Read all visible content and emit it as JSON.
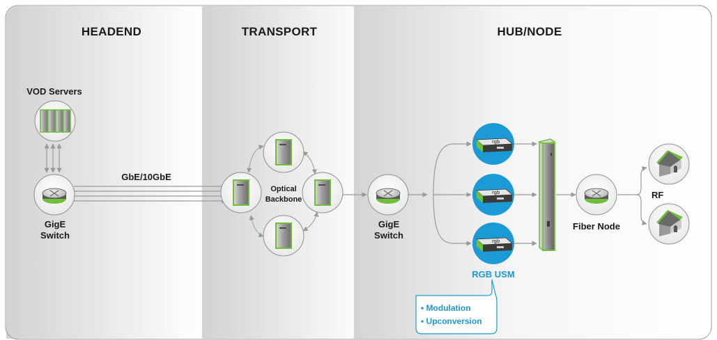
{
  "sections": {
    "headend": "HEADEND",
    "transport": "TRANSPORT",
    "hub_node": "HUB/NODE"
  },
  "headend": {
    "vod_servers_label": "VOD Servers",
    "switch_label_line1": "GigE",
    "switch_label_line2": "Switch",
    "link_label": "GbE/10GbE"
  },
  "transport": {
    "backbone_label_line1": "Optical",
    "backbone_label_line2": "Backbone"
  },
  "hub": {
    "switch_label_line1": "GigE",
    "switch_label_line2": "Switch",
    "usm_label": "RGB USM",
    "usm_device_text": "rgb",
    "features": [
      "• Modulation",
      "• Upconversion"
    ],
    "fiber_node_label": "Fiber Node",
    "rf_label": "RF"
  },
  "colors": {
    "accent_green": "#6fbf3a",
    "accent_blue": "#1b9ad6",
    "panel_gray": "#d7d7d7"
  },
  "icons": {
    "server": "server-icon",
    "switch": "router-icon",
    "modulator": "modulator-icon",
    "chassis": "chassis-icon",
    "house": "house-icon"
  }
}
